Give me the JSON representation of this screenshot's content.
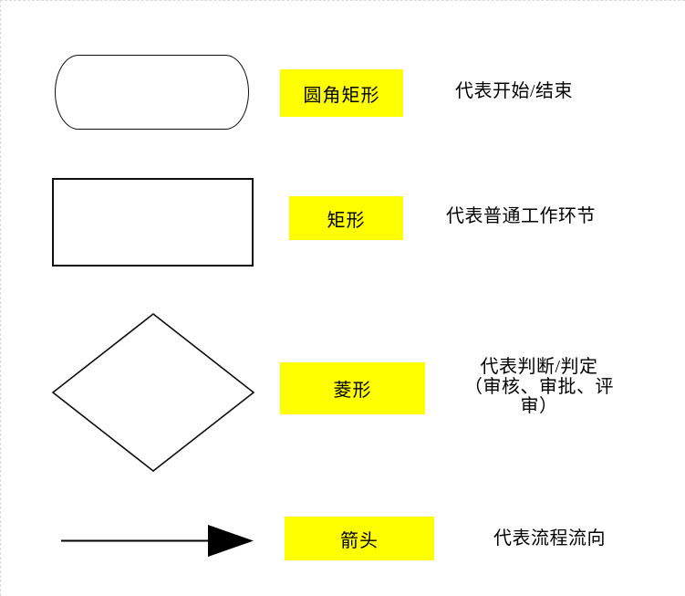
{
  "page": {
    "background_color": "#ffffff",
    "frame_border_color": "#d8d8d8",
    "shape_stroke_color": "#0d0d0d",
    "label_bg_color": "#ffff00",
    "text_color": "#000000"
  },
  "legend": {
    "rows": [
      {
        "shape": "rounded-rectangle",
        "label": "圆角矩形",
        "description": "代表开始/结束"
      },
      {
        "shape": "rectangle",
        "label": "矩形",
        "description": "代表普通工作环节"
      },
      {
        "shape": "diamond",
        "label": "菱形",
        "description_lines": [
          "代表判断/判定",
          "（审核、审批、评",
          "审）"
        ]
      },
      {
        "shape": "arrow",
        "label": "箭头",
        "description": "代表流程流向"
      }
    ]
  }
}
